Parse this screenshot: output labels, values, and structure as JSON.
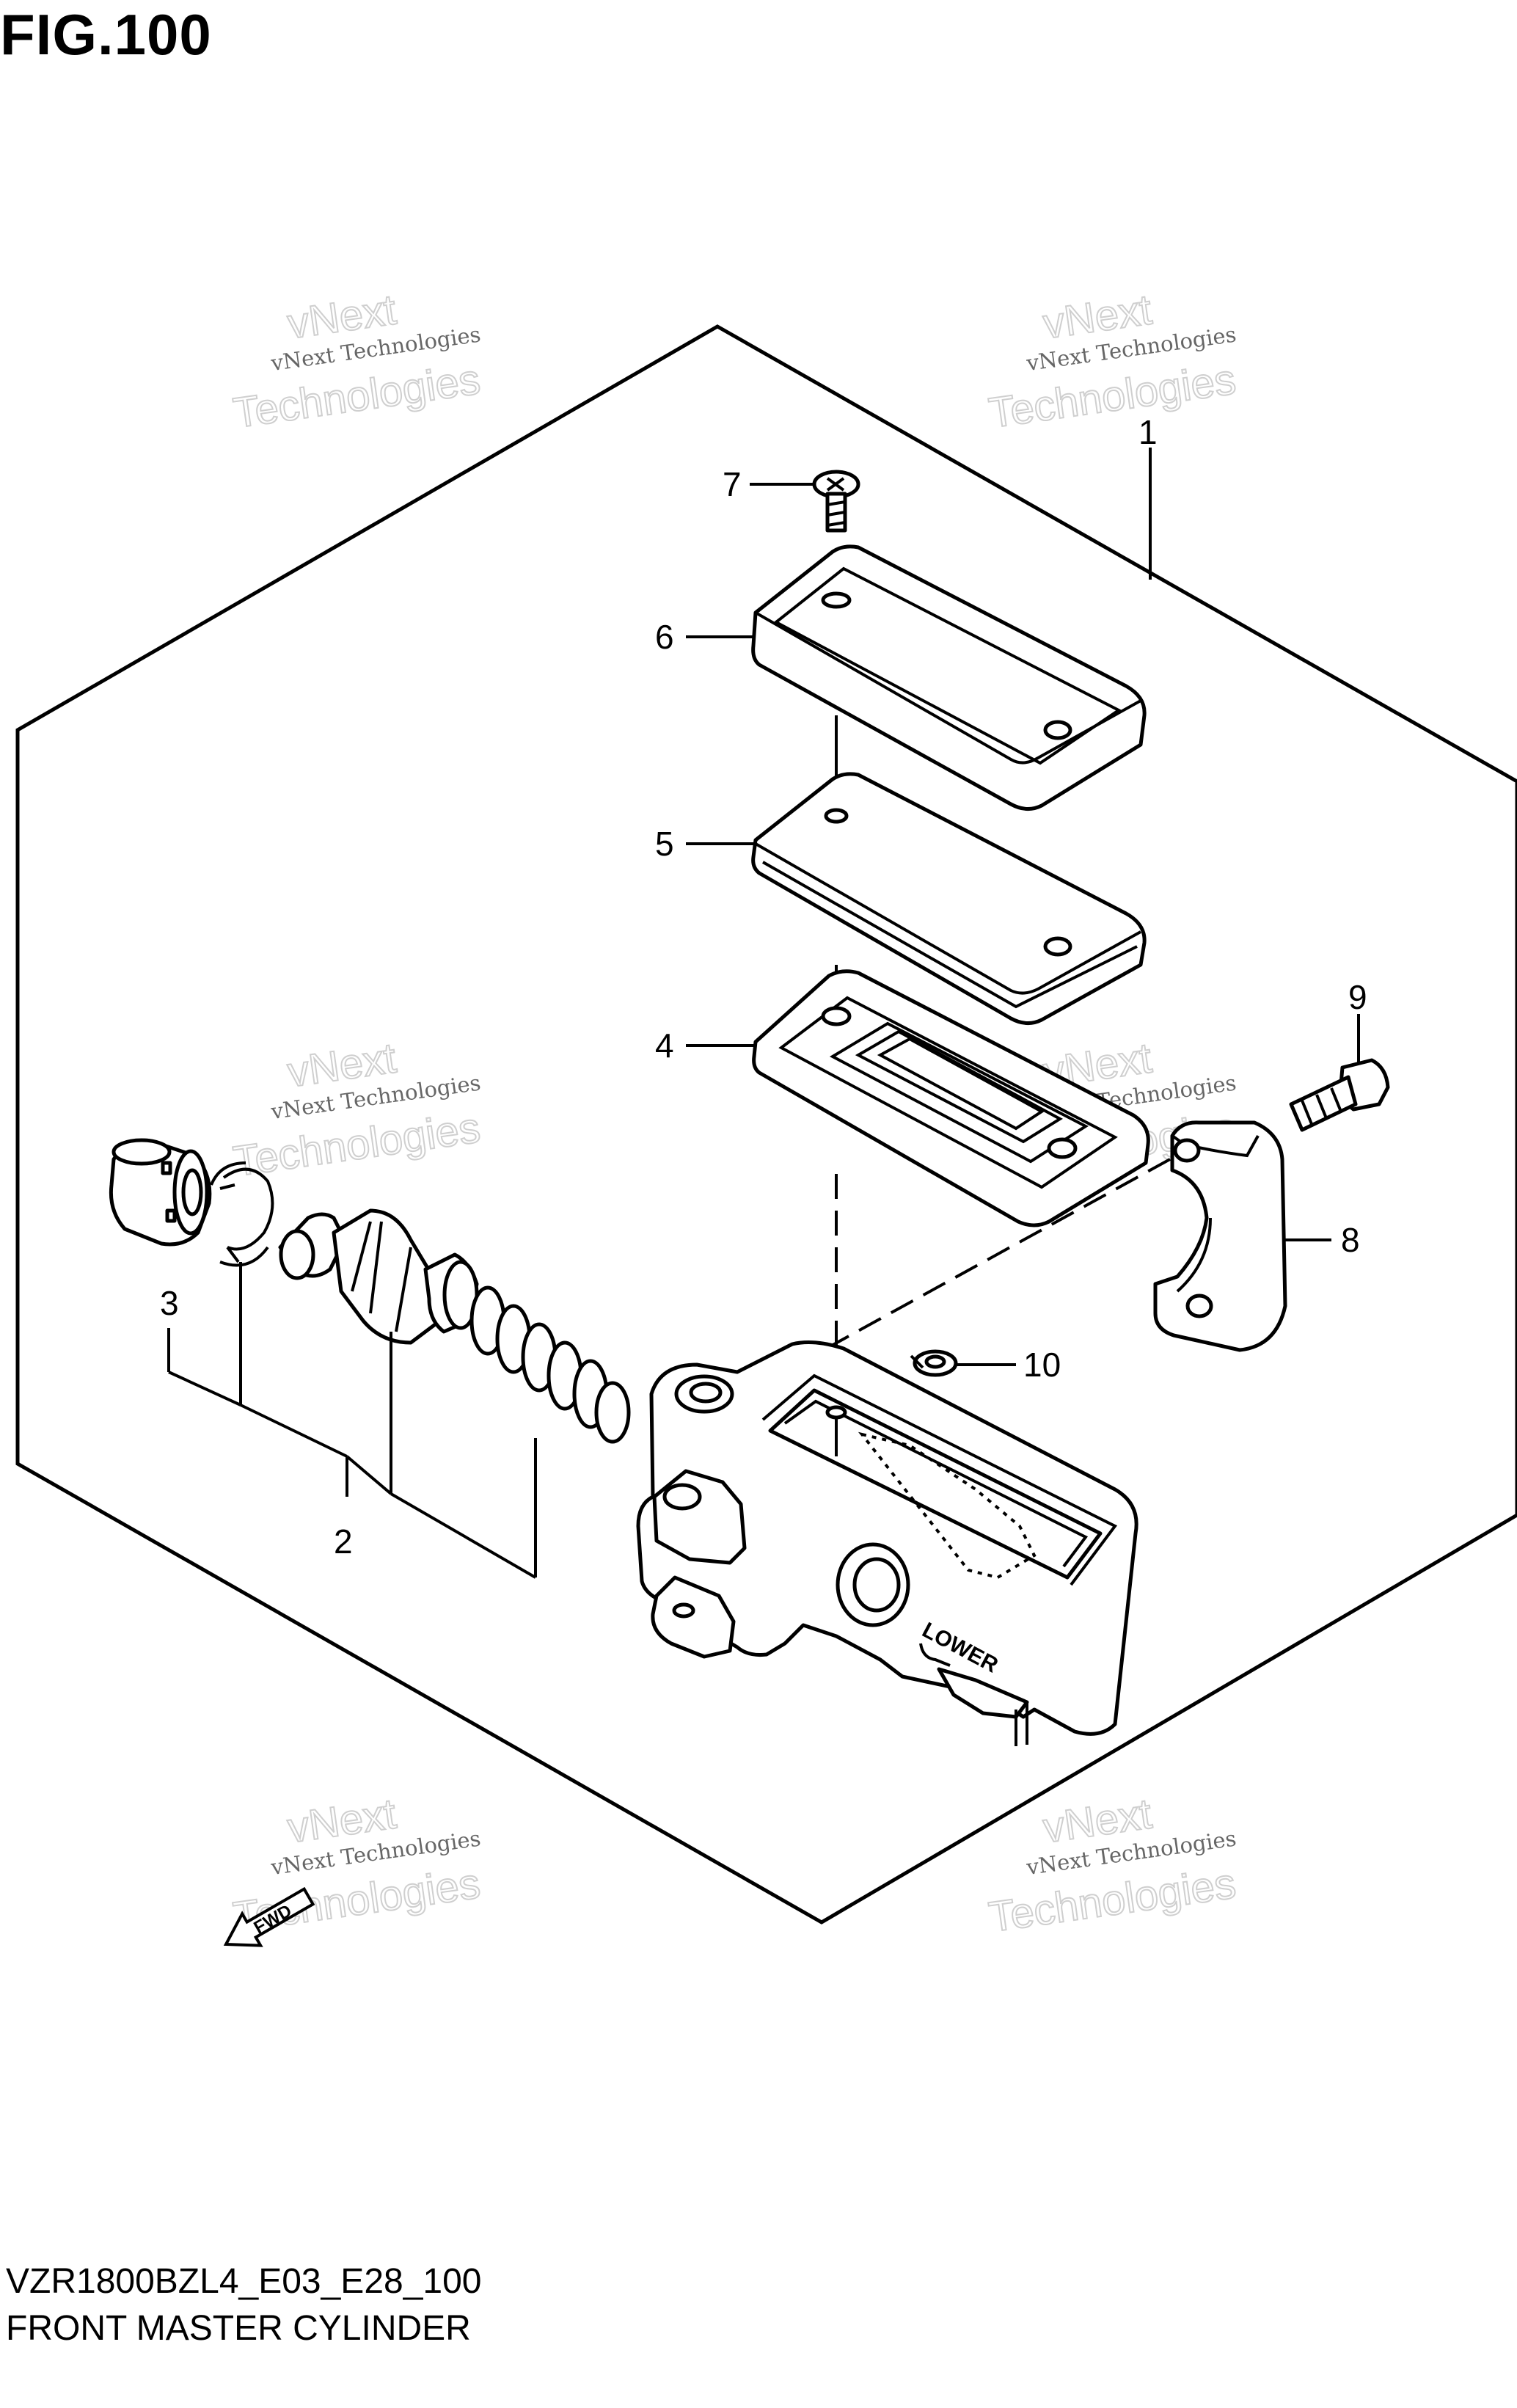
{
  "figure": {
    "title": "FIG.100",
    "code": "VZR1800BZL4_E03_E28_100",
    "name": "FRONT MASTER CYLINDER"
  },
  "callouts": [
    "1",
    "2",
    "3",
    "4",
    "5",
    "6",
    "7",
    "8",
    "9",
    "10"
  ],
  "cylinder_marking": "LOWER",
  "direction_marker": "FWD",
  "watermark": {
    "line1": "vNext Technologies",
    "line2": "vNext",
    "line3": "Technologies"
  }
}
